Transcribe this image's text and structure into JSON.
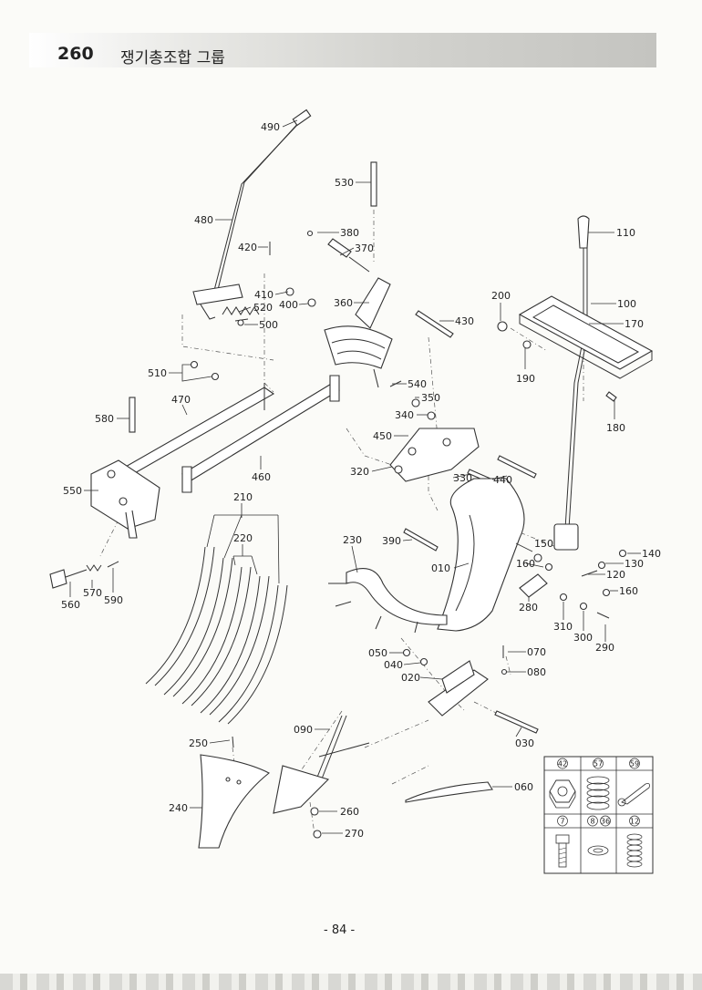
{
  "header": {
    "number": "260",
    "title": "쟁기총조합 그룹"
  },
  "page_number": "- 84 -",
  "parts": [
    "490",
    "530",
    "480",
    "380",
    "110",
    "420",
    "370",
    "410",
    "400",
    "520",
    "500",
    "360",
    "430",
    "200",
    "100",
    "170",
    "510",
    "540",
    "350",
    "470",
    "190",
    "340",
    "180",
    "580",
    "450",
    "320",
    "330",
    "440",
    "460",
    "550",
    "210",
    "220",
    "230",
    "390",
    "150",
    "010",
    "160",
    "140",
    "130",
    "120",
    "160",
    "280",
    "560",
    "570",
    "590",
    "310",
    "300",
    "290",
    "050",
    "070",
    "040",
    "080",
    "020",
    "090",
    "030",
    "250",
    "060",
    "240",
    "260",
    "270"
  ],
  "legend": {
    "items": [
      "42",
      "57",
      "59",
      "7",
      "8",
      "36",
      "12"
    ]
  }
}
